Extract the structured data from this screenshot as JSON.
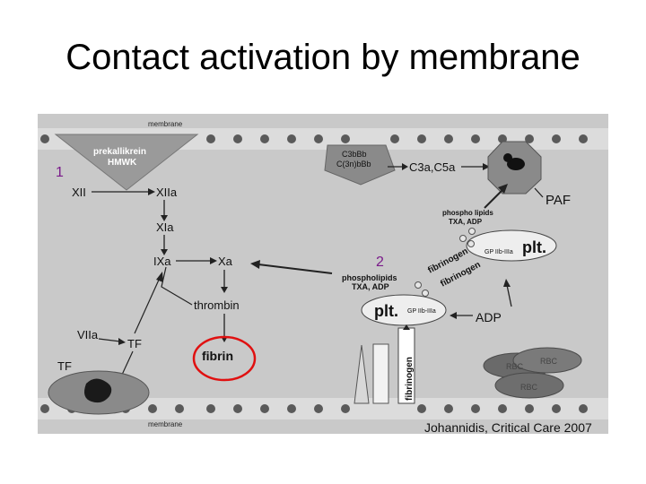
{
  "slide": {
    "title": "Contact activation by membrane"
  },
  "diagram": {
    "membrane_top": "membrane",
    "membrane_bottom": "membrane",
    "prekallikrein": "prekallikrein",
    "hmwk": "HMWK",
    "xii": "XII",
    "xiia": "XIIa",
    "xia": "XIa",
    "ixa": "IXa",
    "xa": "Xa",
    "thrombin": "thrombin",
    "viia": "VIIa",
    "tf_mid": "TF",
    "tf_left": "TF",
    "fibrin": "fibrin",
    "c3bbb": "C3bBb",
    "c3nbbb": "C(3n)bBb",
    "c3a_c5a": "C3a,C5a",
    "paf": "PAF",
    "phospholipids_top": "phospho lipids",
    "txa_adp_top": "TXA, ADP",
    "gp_top": "GP IIb-IIIa",
    "plt_top": "plt.",
    "phospholipids_mid": "phospholipids",
    "txa_adp_mid": "TXA, ADP",
    "gp_mid": "GP IIb-IIIa",
    "plt_mid": "plt.",
    "fibrinogen_upper": "fibrinogen",
    "fibrinogen_lower": "fibrinogen",
    "fibrinogen_vertical": "fibrinogen",
    "adp": "ADP",
    "rbc_1": "RBC",
    "rbc_2": "RBC",
    "rbc_3": "RBC",
    "marker_1": "1",
    "marker_2": "2",
    "citation": "Johannidis, Critical Care 2007"
  },
  "colors": {
    "background": "#c9c9c9",
    "marker": "#7a1a8a",
    "highlight": "#e01010",
    "membrane_band": "#dcdcdc"
  }
}
